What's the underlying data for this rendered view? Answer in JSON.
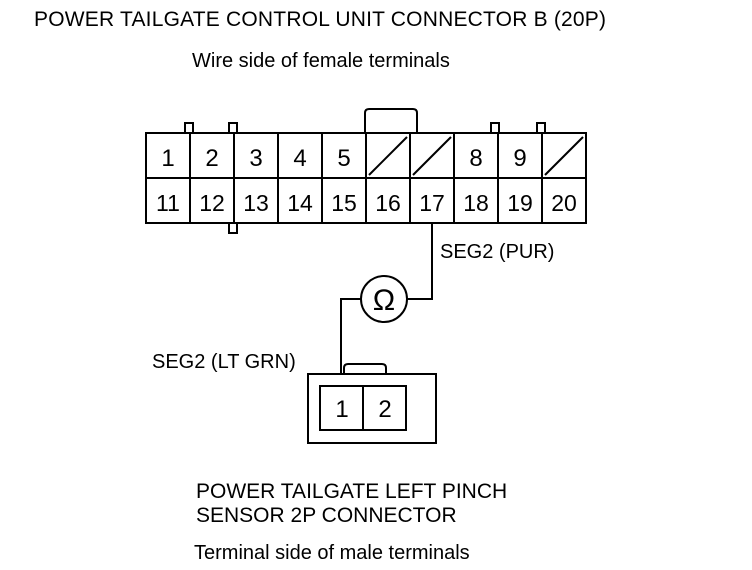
{
  "title": "POWER TAILGATE CONTROL UNIT CONNECTOR B (20P)",
  "subtitle": "Wire side of female terminals",
  "connector_b": {
    "top_row": [
      "1",
      "2",
      "3",
      "4",
      "5",
      "",
      "",
      "8",
      "9",
      ""
    ],
    "bottom_row": [
      "11",
      "12",
      "13",
      "14",
      "15",
      "16",
      "17",
      "18",
      "19",
      "20"
    ]
  },
  "meter": {
    "symbol": "Ω"
  },
  "wires": {
    "pur_label": "SEG2 (PUR)",
    "ltgrn_label": "SEG2 (LT GRN)"
  },
  "sensor_connector": {
    "terminals": [
      "1",
      "2"
    ],
    "name_line1": "POWER TAILGATE LEFT PINCH",
    "name_line2": "SENSOR 2P CONNECTOR",
    "caption": "Terminal side of male terminals"
  }
}
